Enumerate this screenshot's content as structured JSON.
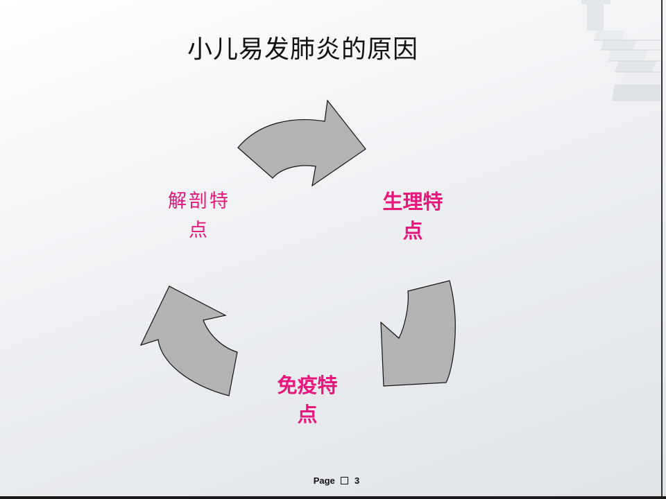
{
  "title": "小儿易发肺炎的原因",
  "cycle": {
    "labels": [
      "解剖特点",
      "生理特点",
      "免疫特点"
    ]
  },
  "footer": {
    "page_label": "Page",
    "page_number": "3"
  },
  "colors": {
    "arrow_fill": "#b3b3b3",
    "label": "#e6167a",
    "decoration_sky": "#4a90d9"
  },
  "decoration": {
    "icon": "staircase-to-sky-icon"
  }
}
